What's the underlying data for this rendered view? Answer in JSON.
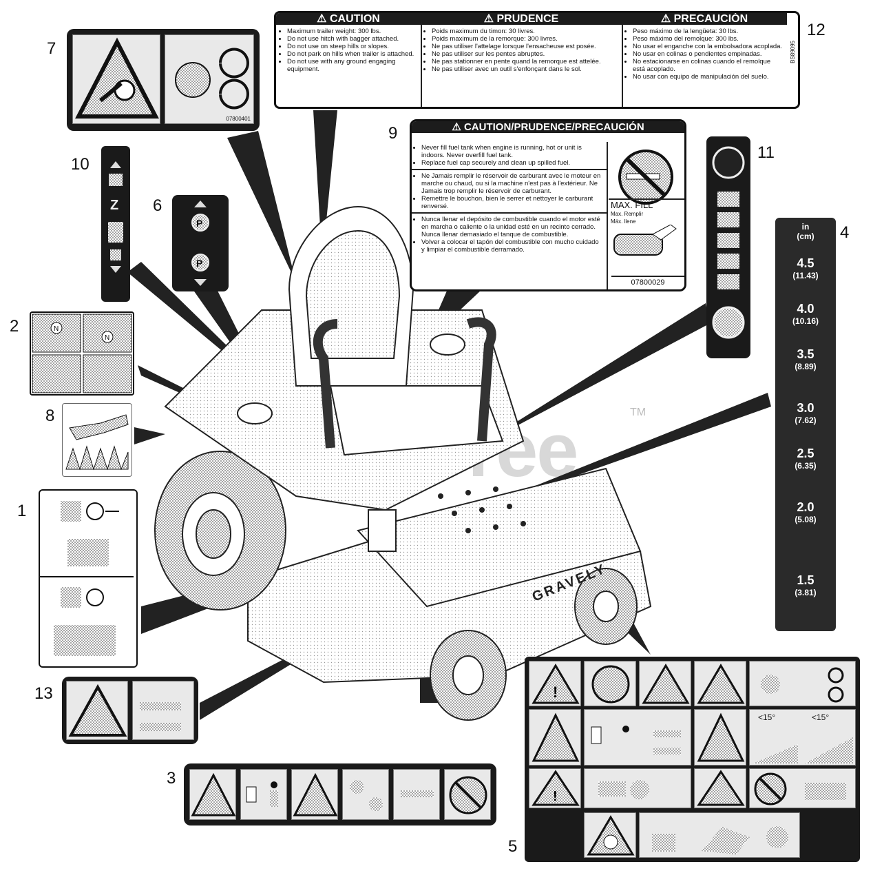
{
  "callouts": [
    "1",
    "2",
    "3",
    "4",
    "5",
    "6",
    "7",
    "8",
    "9",
    "10",
    "11",
    "12",
    "13"
  ],
  "watermark": {
    "text": "PartsTree",
    "tm": "TM"
  },
  "decal12": {
    "headers": [
      "CAUTION",
      "PRUDENCE",
      "PRECAUCIÓN"
    ],
    "en": [
      "Maximum trailer weight: 300 lbs.",
      "Do not use hitch with bagger attached.",
      "Do not use on steep hills or slopes.",
      "Do not park on hills when trailer is attached.",
      "Do not use with any ground engaging equipment."
    ],
    "fr": [
      "Poids maximum du timon: 30 livres.",
      "Poids maximum de la remorque: 300 livres.",
      "Ne pas utiliser l'attelage lorsque l'ensacheuse est posée.",
      "Ne pas utiliser sur les pentes abruptes.",
      "Ne pas stationner en pente quand la remorque est attelée.",
      "Ne pas utiliser avec un outil s'enfonçant dans le sol."
    ],
    "es": [
      "Peso máximo de la lengüeta: 30 lbs.",
      "Peso máximo del remolque: 300 lbs.",
      "No usar el enganche con la embolsadora acoplada.",
      "No usar en colinas o pendientes empinadas.",
      "No estacionarse en colinas cuando el remolque está acoplado.",
      "No usar con equipo de manipulación del suelo."
    ],
    "part": "BS89095"
  },
  "decal9": {
    "header": "CAUTION/PRUDENCE/PRECAUCIÓN",
    "en": [
      "Never fill fuel tank when engine is running, hot or unit is indoors. Never overfill fuel tank.",
      "Replace fuel cap securely and clean up spilled fuel."
    ],
    "fr": [
      "Ne Jamais remplir le réservoir de carburant avec le moteur en marche ou chaud, ou si la machine n'est pas à l'extérieur. Ne Jamais trop remplir le réservoir de carburant.",
      "Remettre le bouchon, bien le serrer et nettoyer le carburant renversé."
    ],
    "es": [
      "Nunca llenar el depósito de combustible cuando el motor esté en marcha o caliente o la unidad esté en un recinto cerrado. Nunca llenar demasiado el tanque de combustible.",
      "Volver a colocar el tapón del combustible con mucho cuidado y limpiar el combustible derramado."
    ],
    "max_fill": "MAX. FILL",
    "max_fill_fr": "Max. Remplir",
    "max_fill_es": "Máx. llene",
    "part": "07800029"
  },
  "decal7": {
    "part": "07800401"
  },
  "decal4": {
    "unit": "in",
    "unit2": "(cm)",
    "values": [
      {
        "in": "4.5",
        "cm": "(11.43)"
      },
      {
        "in": "4.0",
        "cm": "(10.16)"
      },
      {
        "in": "3.5",
        "cm": "(8.89)"
      },
      {
        "in": "3.0",
        "cm": "(7.62)"
      },
      {
        "in": "2.5",
        "cm": "(6.35)"
      },
      {
        "in": "2.0",
        "cm": "(5.08)"
      },
      {
        "in": "1.5",
        "cm": "(3.81)"
      }
    ]
  },
  "decal5": {
    "slope1": "<15°",
    "slope2": "<15°"
  },
  "mower_brand": "GRAVELY"
}
